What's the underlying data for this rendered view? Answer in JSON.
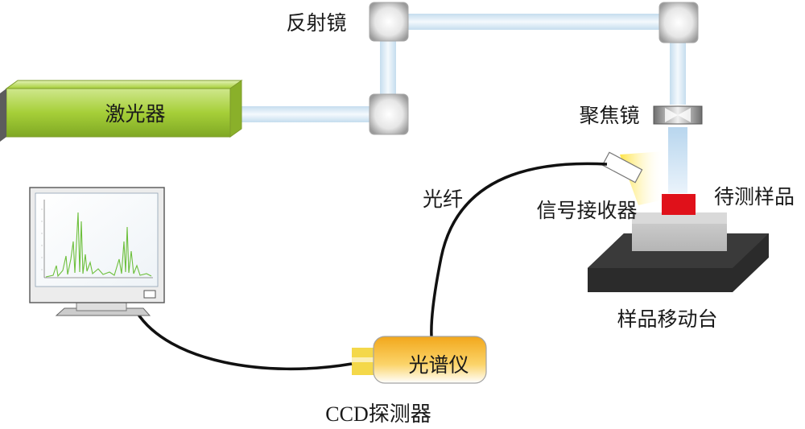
{
  "labels": {
    "laser": "激光器",
    "mirror": "反射镜",
    "focus_lens": "聚焦镜",
    "fiber": "光纤",
    "receiver": "信号接收器",
    "sample": "待测样品",
    "stage": "样品移动台",
    "spectrometer": "光谱仪",
    "ccd": "CCD探测器"
  },
  "colors": {
    "laser_body": "#a6cf38",
    "beam": "#d9eaf7",
    "sample": "#e0111a",
    "stage": "#2b2b2b",
    "spectrum": "#6cbf3b",
    "spectrometer": "#f2a71b"
  },
  "icons": [
    "mirror-icon",
    "lens-icon",
    "monitor-icon",
    "fiber-cable-icon"
  ]
}
